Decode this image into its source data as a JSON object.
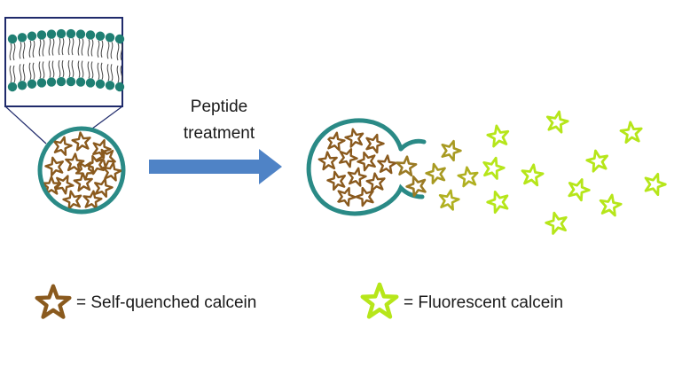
{
  "arrow": {
    "label_line1": "Peptide",
    "label_line2": "treatment"
  },
  "legend": {
    "quenched": {
      "text": "= Self-quenched calcein",
      "color": "#8a5a1e"
    },
    "fluorescent": {
      "text": "= Fluorescent calcein",
      "color": "#b6e61a"
    }
  },
  "colors": {
    "membrane": "#2a8a86",
    "lipid_head": "#1f7f73",
    "arrow": "#4f83c6",
    "inset_border": "#1f2a6b"
  }
}
